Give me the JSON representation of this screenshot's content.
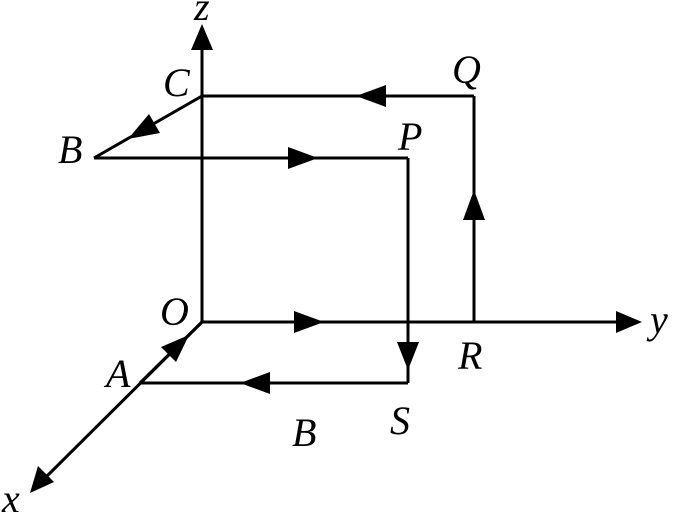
{
  "axes": {
    "x_label": "x",
    "y_label": "y",
    "z_label": "z"
  },
  "points": {
    "origin": "O",
    "a": "A",
    "b_upper": "B",
    "c": "C",
    "p": "P",
    "q": "Q",
    "r": "R",
    "s": "S"
  },
  "field_label": "B",
  "colors": {
    "line": "#000000",
    "background": "#ffffff"
  }
}
